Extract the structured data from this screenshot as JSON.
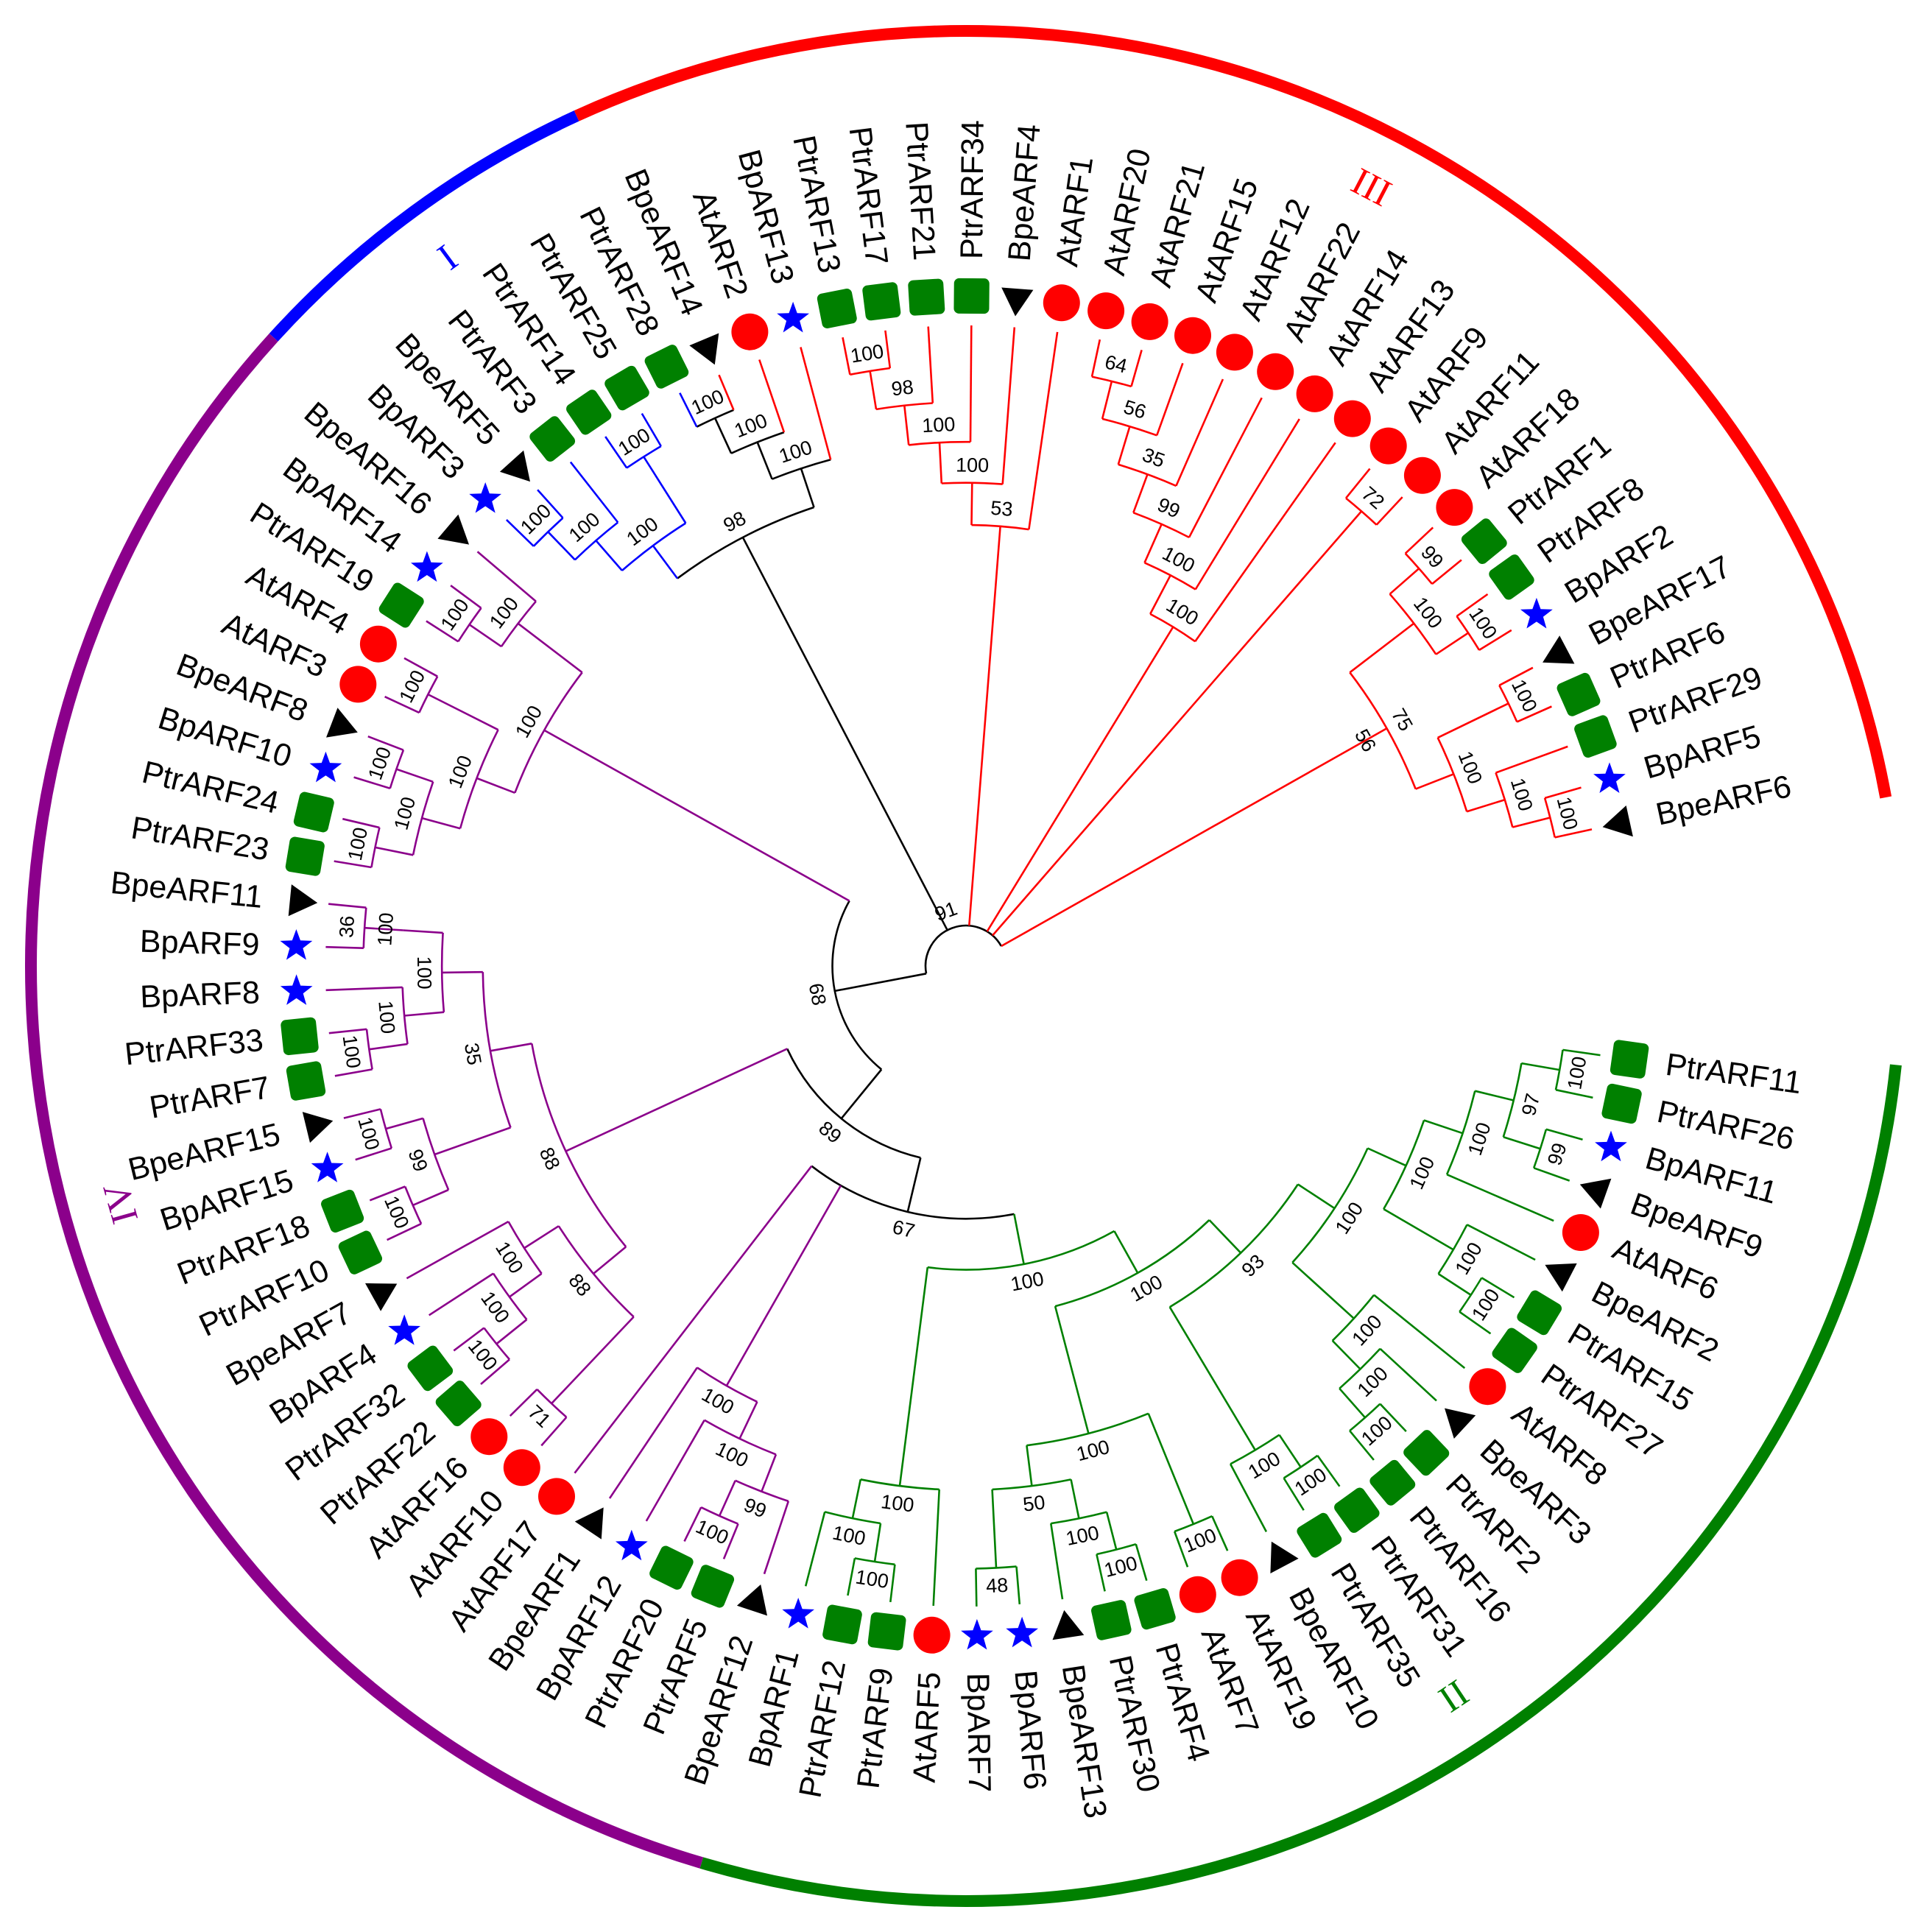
{
  "tree": {
    "groups": [
      {
        "name": "I",
        "color": "#0000ff"
      },
      {
        "name": "II",
        "color": "#008000"
      },
      {
        "name": "III",
        "color": "#ff0000"
      },
      {
        "name": "IV",
        "color": "#8b008b"
      }
    ],
    "leaves": [
      {
        "label": "PtrARF11",
        "sp": "Ptr",
        "g": "II"
      },
      {
        "label": "PtrARF26",
        "sp": "Ptr",
        "g": "II"
      },
      {
        "label": "BpARF11",
        "sp": "Bp",
        "g": "II"
      },
      {
        "label": "BpeARF9",
        "sp": "Bpe",
        "g": "II"
      },
      {
        "label": "AtARF6",
        "sp": "At",
        "g": "II"
      },
      {
        "label": "BpeARF2",
        "sp": "Bpe",
        "g": "II"
      },
      {
        "label": "PtrARF15",
        "sp": "Ptr",
        "g": "II"
      },
      {
        "label": "PtrARF27",
        "sp": "Ptr",
        "g": "II"
      },
      {
        "label": "AtARF8",
        "sp": "At",
        "g": "II"
      },
      {
        "label": "BpeARF3",
        "sp": "Bpe",
        "g": "II"
      },
      {
        "label": "PtrARF2",
        "sp": "Ptr",
        "g": "II"
      },
      {
        "label": "PtrARF16",
        "sp": "Ptr",
        "g": "II"
      },
      {
        "label": "PtrARF31",
        "sp": "Ptr",
        "g": "II"
      },
      {
        "label": "PtrARF35",
        "sp": "Ptr",
        "g": "II"
      },
      {
        "label": "BpeARF10",
        "sp": "Bpe",
        "g": "II"
      },
      {
        "label": "AtARF19",
        "sp": "At",
        "g": "II"
      },
      {
        "label": "AtARF7",
        "sp": "At",
        "g": "II"
      },
      {
        "label": "PtrARF4",
        "sp": "Ptr",
        "g": "II"
      },
      {
        "label": "PtrARF30",
        "sp": "Ptr",
        "g": "II"
      },
      {
        "label": "BpeARF13",
        "sp": "Bpe",
        "g": "II"
      },
      {
        "label": "BpARF6",
        "sp": "Bp",
        "g": "II"
      },
      {
        "label": "BpARF7",
        "sp": "Bp",
        "g": "II"
      },
      {
        "label": "AtARF5",
        "sp": "At",
        "g": "II"
      },
      {
        "label": "PtrARF9",
        "sp": "Ptr",
        "g": "II"
      },
      {
        "label": "PtrARF12",
        "sp": "Ptr",
        "g": "II"
      },
      {
        "label": "BpARF1",
        "sp": "Bp",
        "g": "II"
      },
      {
        "label": "BpeARF12",
        "sp": "Bpe",
        "g": "IV"
      },
      {
        "label": "PtrARF5",
        "sp": "Ptr",
        "g": "IV"
      },
      {
        "label": "PtrARF20",
        "sp": "Ptr",
        "g": "IV"
      },
      {
        "label": "BpARF12",
        "sp": "Bp",
        "g": "IV"
      },
      {
        "label": "BpeARF1",
        "sp": "Bpe",
        "g": "IV"
      },
      {
        "label": "AtARF17",
        "sp": "At",
        "g": "IV"
      },
      {
        "label": "AtARF10",
        "sp": "At",
        "g": "IV"
      },
      {
        "label": "AtARF16",
        "sp": "At",
        "g": "IV"
      },
      {
        "label": "PtrARF22",
        "sp": "Ptr",
        "g": "IV"
      },
      {
        "label": "PtrARF32",
        "sp": "Ptr",
        "g": "IV"
      },
      {
        "label": "BpARF4",
        "sp": "Bp",
        "g": "IV"
      },
      {
        "label": "BpeARF7",
        "sp": "Bpe",
        "g": "IV"
      },
      {
        "label": "PtrARF10",
        "sp": "Ptr",
        "g": "IV"
      },
      {
        "label": "PtrARF18",
        "sp": "Ptr",
        "g": "IV"
      },
      {
        "label": "BpARF15",
        "sp": "Bp",
        "g": "IV"
      },
      {
        "label": "BpeARF15",
        "sp": "Bpe",
        "g": "IV"
      },
      {
        "label": "PtrARF7",
        "sp": "Ptr",
        "g": "IV"
      },
      {
        "label": "PtrARF33",
        "sp": "Ptr",
        "g": "IV"
      },
      {
        "label": "BpARF8",
        "sp": "Bp",
        "g": "IV"
      },
      {
        "label": "BpARF9",
        "sp": "Bp",
        "g": "IV"
      },
      {
        "label": "BpeARF11",
        "sp": "Bpe",
        "g": "IV"
      },
      {
        "label": "PtrARF23",
        "sp": "Ptr",
        "g": "IV"
      },
      {
        "label": "PtrARF24",
        "sp": "Ptr",
        "g": "IV"
      },
      {
        "label": "BpARF10",
        "sp": "Bp",
        "g": "IV"
      },
      {
        "label": "BpeARF8",
        "sp": "Bpe",
        "g": "IV"
      },
      {
        "label": "AtARF3",
        "sp": "At",
        "g": "IV"
      },
      {
        "label": "AtARF4",
        "sp": "At",
        "g": "IV"
      },
      {
        "label": "PtrARF19",
        "sp": "Ptr",
        "g": "IV"
      },
      {
        "label": "BpARF14",
        "sp": "Bp",
        "g": "IV"
      },
      {
        "label": "BpeARF16",
        "sp": "Bpe",
        "g": "IV"
      },
      {
        "label": "BpARF3",
        "sp": "Bp",
        "g": "I"
      },
      {
        "label": "BpeARF5",
        "sp": "Bpe",
        "g": "I"
      },
      {
        "label": "PtrARF3",
        "sp": "Ptr",
        "g": "I"
      },
      {
        "label": "PtrARF14",
        "sp": "Ptr",
        "g": "I"
      },
      {
        "label": "PtrARF25",
        "sp": "Ptr",
        "g": "I"
      },
      {
        "label": "PtrARF28",
        "sp": "Ptr",
        "g": "I"
      },
      {
        "label": "BpeARF14",
        "sp": "Bpe",
        "g": "III"
      },
      {
        "label": "AtARF2",
        "sp": "At",
        "g": "III"
      },
      {
        "label": "BpARF13",
        "sp": "Bp",
        "g": "III"
      },
      {
        "label": "PtrARF13",
        "sp": "Ptr",
        "g": "III"
      },
      {
        "label": "PtrARF17",
        "sp": "Ptr",
        "g": "III"
      },
      {
        "label": "PtrARF21",
        "sp": "Ptr",
        "g": "III"
      },
      {
        "label": "PtrARF34",
        "sp": "Ptr",
        "g": "III"
      },
      {
        "label": "BpeARF4",
        "sp": "Bpe",
        "g": "III"
      },
      {
        "label": "AtARF1",
        "sp": "At",
        "g": "III"
      },
      {
        "label": "AtARF20",
        "sp": "At",
        "g": "III"
      },
      {
        "label": "AtARF21",
        "sp": "At",
        "g": "III"
      },
      {
        "label": "AtARF15",
        "sp": "At",
        "g": "III"
      },
      {
        "label": "AtARF12",
        "sp": "At",
        "g": "III"
      },
      {
        "label": "AtARF22",
        "sp": "At",
        "g": "III"
      },
      {
        "label": "AtARF14",
        "sp": "At",
        "g": "III"
      },
      {
        "label": "AtARF13",
        "sp": "At",
        "g": "III"
      },
      {
        "label": "AtARF9",
        "sp": "At",
        "g": "III"
      },
      {
        "label": "AtARF11",
        "sp": "At",
        "g": "III"
      },
      {
        "label": "AtARF18",
        "sp": "At",
        "g": "III"
      },
      {
        "label": "PtrARF1",
        "sp": "Ptr",
        "g": "III"
      },
      {
        "label": "PtrARF8",
        "sp": "Ptr",
        "g": "III"
      },
      {
        "label": "BpARF2",
        "sp": "Bp",
        "g": "III"
      },
      {
        "label": "BpeARF17",
        "sp": "Bpe",
        "g": "III"
      },
      {
        "label": "PtrARF6",
        "sp": "Ptr",
        "g": "III"
      },
      {
        "label": "PtrARF29",
        "sp": "Ptr",
        "g": "III"
      },
      {
        "label": "BpARF5",
        "sp": "Bp",
        "g": "III"
      },
      {
        "label": "BpeARF6",
        "sp": "Bpe",
        "g": "III"
      }
    ],
    "species_markers": {
      "At": {
        "shape": "circle",
        "icon": "red-circle-icon",
        "color": "#ff0000"
      },
      "Ptr": {
        "shape": "square",
        "icon": "green-square-icon",
        "color": "#008000"
      },
      "Bp": {
        "shape": "star",
        "icon": "blue-star-icon",
        "color": "#0000ff"
      },
      "Bpe": {
        "shape": "triangle",
        "icon": "black-triangle-icon",
        "color": "#000000"
      }
    },
    "newick": "((((((((((((PtrARF11,PtrARF26)100,(BpARF11,BpeARF9)99)97,AtARF6)100,(BpeARF2,(PtrARF15,PtrARF27)100)100)100,(AtARF8,(BpeARF3,(PtrARF2,PtrARF16)100)100)100)100,((PtrARF31,PtrARF35)100,BpeARF10)100)93,((AtARF19,AtARF7)100,(((PtrARF4,PtrARF30)100,BpeARF13)100,(BpARF6,BpARF7)48)50)100)100,(AtARF5,((PtrARF9,PtrARF12)100,BpARF1)100)100)100,(((BpeARF12,(PtrARF5,PtrARF20)100)99,BpARF12)100,BpeARF1)100,AtARF17)67,(((AtARF10,AtARF16)71,(((PtrARF22,PtrARF32)100,BpARF4)100,BpeARF7)100)88,(((PtrARF10,PtrARF18)100,(BpARF15,BpeARF15)100)99,(((PtrARF7,PtrARF33)100,BpARF8)100,((BpARF9,BpeARF11)36)100)100)35)88)89,((((PtrARF23,PtrARF24)100,(BpARF10,BpeARF8)100)100,(AtARF3,AtARF4)100)100,((PtrARF19,BpARF14)100,BpeARF16)100)100)68,((((BpARF3,BpeARF5)100,PtrARF3)100,(PtrARF14,PtrARF25)100)100,(((PtrARF28,BpeARF14)100,AtARF2)100,BpARF13)100)98,(((((PtrARF13,PtrARF17)100,PtrARF21)98,PtrARF34)100,BpeARF4)100,AtARF1)53,((((((AtARF20,AtARF21)64,AtARF15)56,AtARF12)35,AtARF22)99,AtARF14)100,AtARF13)100,(AtARF9,AtARF11)72,((((AtARF18,PtrARF1)99,(PtrARF8,BpARF2)100)100,((BpeARF17,PtrARF6)100,(PtrARF29,(BpARF5,BpeARF6)100)100)100)75)56)91)72);"
  }
}
